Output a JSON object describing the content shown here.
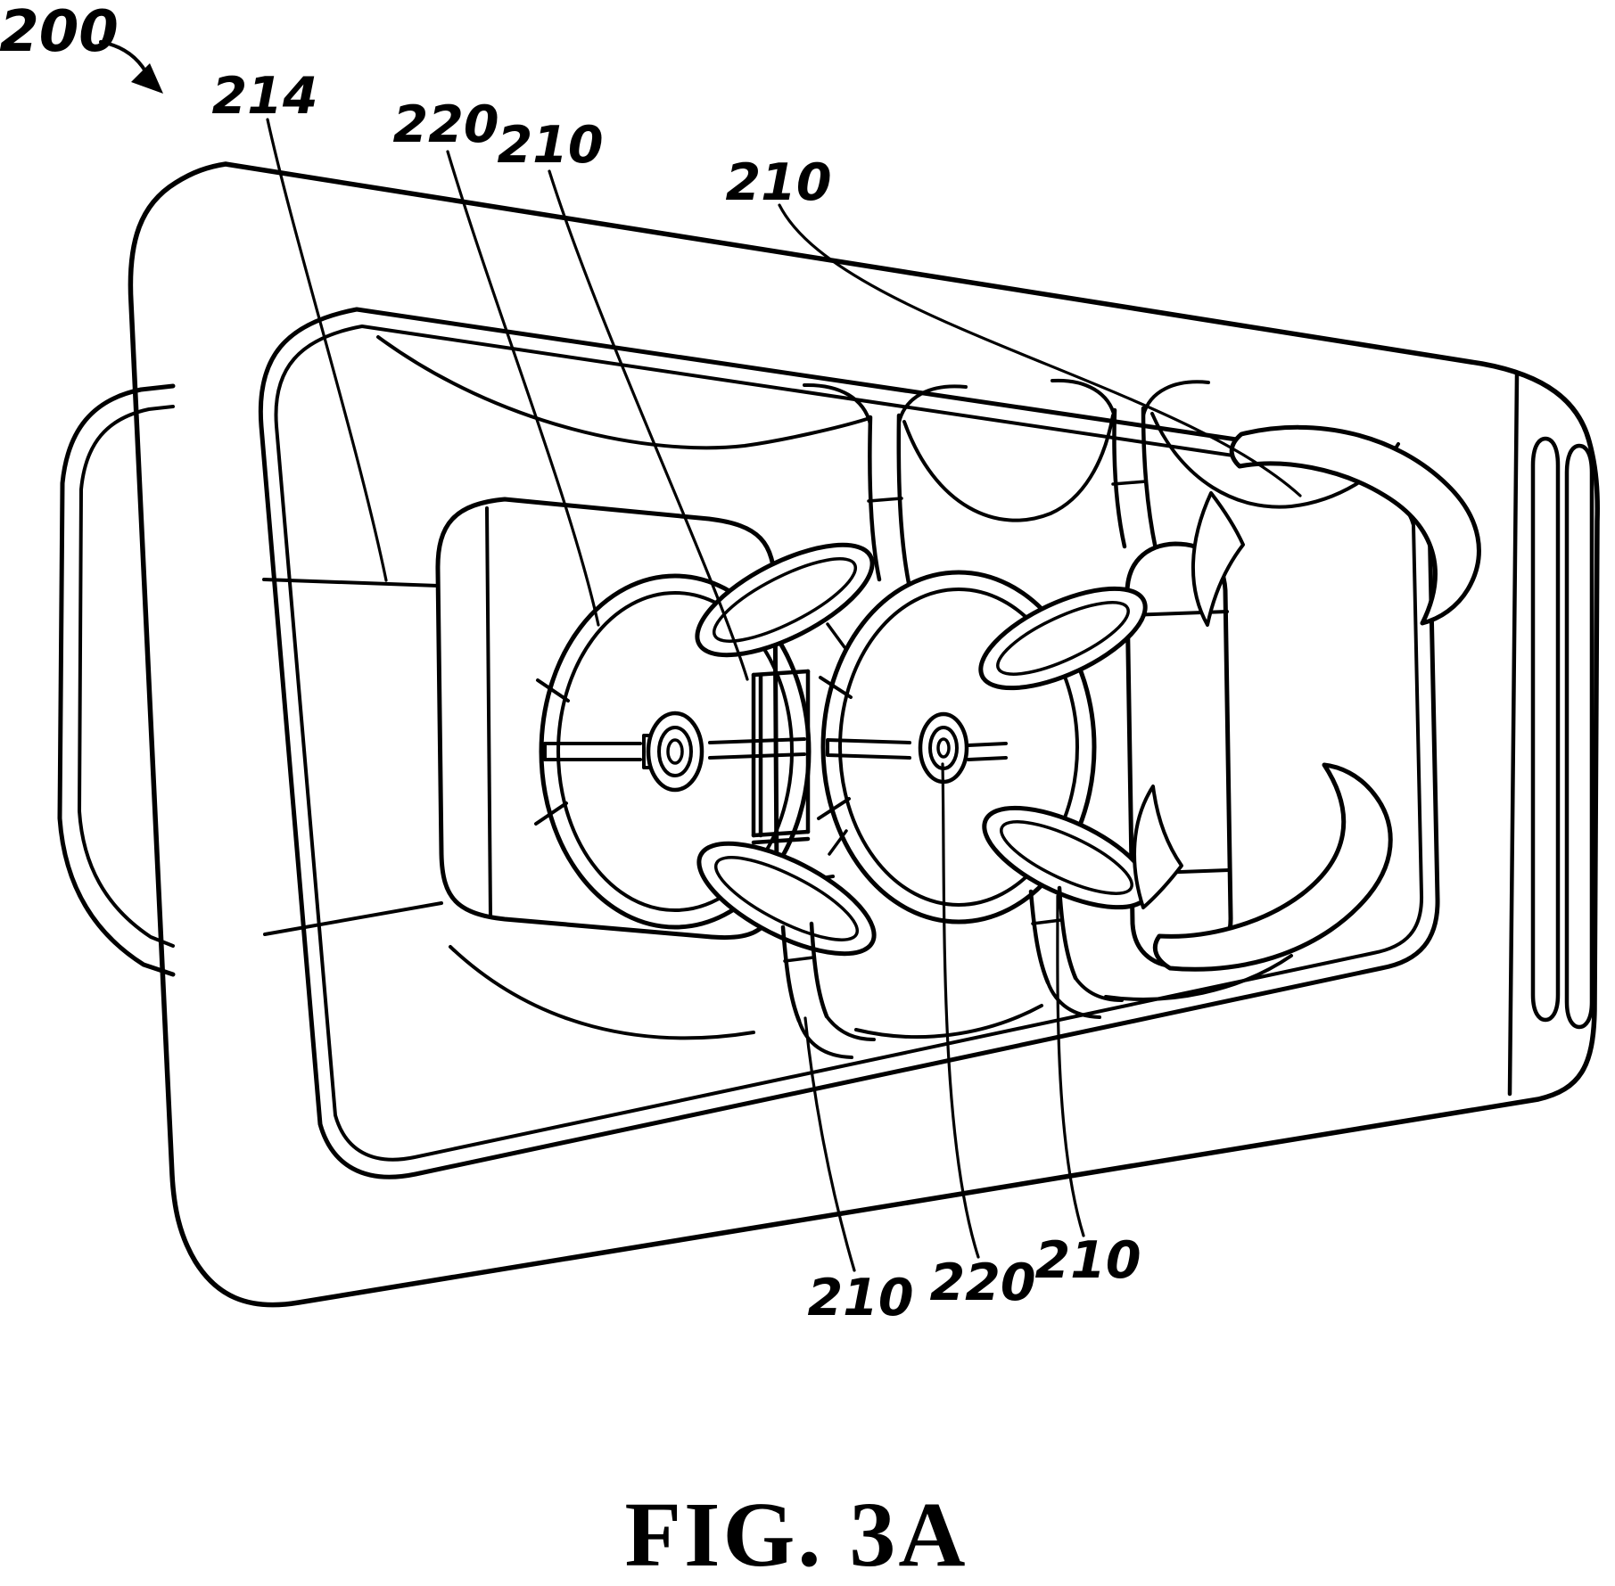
{
  "figure": {
    "caption": "FIG. 3A",
    "assembly_reference": "200",
    "labels": [
      {
        "id": "ref-200",
        "text": "200"
      },
      {
        "id": "ref-214",
        "text": "214"
      },
      {
        "id": "ref-220-top",
        "text": "220"
      },
      {
        "id": "ref-210-top-left",
        "text": "210"
      },
      {
        "id": "ref-210-top-right",
        "text": "210"
      },
      {
        "id": "ref-210-bottom-left",
        "text": "210"
      },
      {
        "id": "ref-220-bottom",
        "text": "220"
      },
      {
        "id": "ref-210-bottom-right",
        "text": "210"
      }
    ]
  },
  "colors": {
    "line": "#000000",
    "background": "#ffffff"
  }
}
